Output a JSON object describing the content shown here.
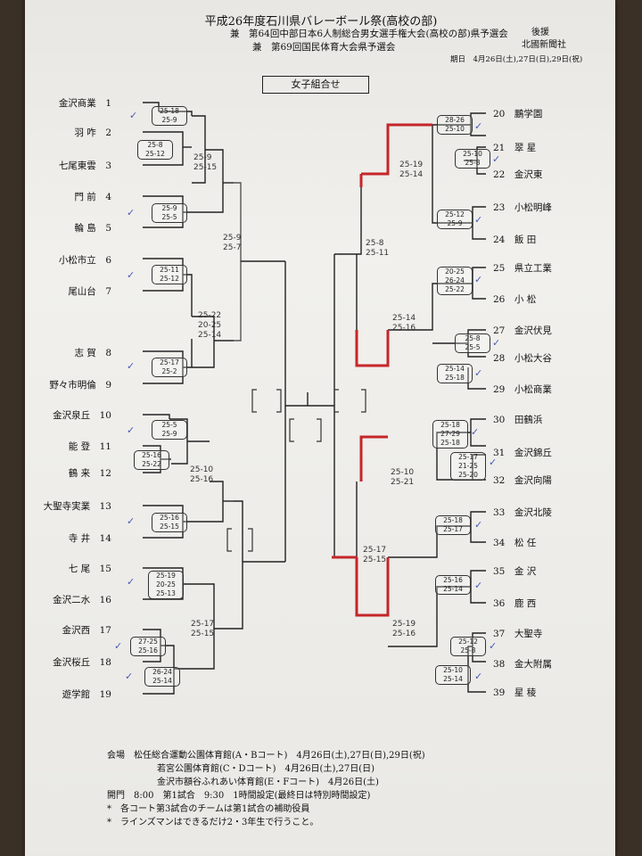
{
  "header": {
    "title": "平成26年度石川県バレーボール祭(高校の部)",
    "subtitle1": "兼　第64回中部日本6人制総合男女選手権大会(高校の部)県予選会",
    "subtitle2": "兼　第69回国民体育大会県予選会",
    "support_label": "後援",
    "support_org": "北國新聞社",
    "dates": "期日　4月26日(土),27日(日),29日(祝)",
    "section": "女子組合せ"
  },
  "left_teams": [
    {
      "name": "金沢商業",
      "num": "1"
    },
    {
      "name": "羽 咋",
      "num": "2"
    },
    {
      "name": "七尾東雲",
      "num": "3"
    },
    {
      "name": "門 前",
      "num": "4"
    },
    {
      "name": "輪 島",
      "num": "5"
    },
    {
      "name": "小松市立",
      "num": "6"
    },
    {
      "name": "尾山台",
      "num": "7"
    },
    {
      "name": "志 賀",
      "num": "8"
    },
    {
      "name": "野々市明倫",
      "num": "9"
    },
    {
      "name": "金沢泉丘",
      "num": "10"
    },
    {
      "name": "能 登",
      "num": "11"
    },
    {
      "name": "鶴 来",
      "num": "12"
    },
    {
      "name": "大聖寺実業",
      "num": "13"
    },
    {
      "name": "寺 井",
      "num": "14"
    },
    {
      "name": "七 尾",
      "num": "15"
    },
    {
      "name": "金沢二水",
      "num": "16"
    },
    {
      "name": "金沢西",
      "num": "17"
    },
    {
      "name": "金沢桜丘",
      "num": "18"
    },
    {
      "name": "遊学館",
      "num": "19"
    }
  ],
  "right_teams": [
    {
      "num": "20",
      "name": "鵬学園"
    },
    {
      "num": "21",
      "name": "翠 星"
    },
    {
      "num": "22",
      "name": "金沢東"
    },
    {
      "num": "23",
      "name": "小松明峰"
    },
    {
      "num": "24",
      "name": "飯 田"
    },
    {
      "num": "25",
      "name": "県立工業"
    },
    {
      "num": "26",
      "name": "小 松"
    },
    {
      "num": "27",
      "name": "金沢伏見"
    },
    {
      "num": "28",
      "name": "小松大谷"
    },
    {
      "num": "29",
      "name": "小松商業"
    },
    {
      "num": "30",
      "name": "田鶴浜"
    },
    {
      "num": "31",
      "name": "金沢錦丘"
    },
    {
      "num": "32",
      "name": "金沢向陽"
    },
    {
      "num": "33",
      "name": "金沢北陵"
    },
    {
      "num": "34",
      "name": "松 任"
    },
    {
      "num": "35",
      "name": "金 沢"
    },
    {
      "num": "36",
      "name": "鹿 西"
    },
    {
      "num": "37",
      "name": "大聖寺"
    },
    {
      "num": "38",
      "name": "金大附属"
    },
    {
      "num": "39",
      "name": "星 稜"
    }
  ],
  "score_boxes": {
    "s1": [
      "25-18",
      "25-9"
    ],
    "s2": [
      "25-8",
      "25-12"
    ],
    "s3": [
      "25-9",
      "25-5"
    ],
    "s4": [
      "25-11",
      "25-12"
    ],
    "s5": [
      "25-17",
      "25-2"
    ],
    "s6": [
      "25-5",
      "25-9"
    ],
    "s7": [
      "25-16",
      "25-22"
    ],
    "s8": [
      "25-16",
      "25-15"
    ],
    "s9": [
      "25-19",
      "20-25",
      "25-13"
    ],
    "s10": [
      "27-25",
      "25-16"
    ],
    "s11": [
      "26-24",
      "25-14"
    ],
    "s12": [
      "28-26",
      "25-10"
    ],
    "s13": [
      "25-10",
      "25-8"
    ],
    "s14": [
      "25-12",
      "25-9"
    ],
    "s15": [
      "20-25",
      "26-24",
      "25-22"
    ],
    "s16": [
      "25-8",
      "25-5"
    ],
    "s17": [
      "25-14",
      "25-18"
    ],
    "s18": [
      "25-18",
      "27-29",
      "25-18"
    ],
    "s19": [
      "25-17",
      "21-25",
      "25-20"
    ],
    "s20": [
      "25-18",
      "25-17"
    ],
    "s21": [
      "25-16",
      "25-14"
    ],
    "s22": [
      "25-12",
      "25-8"
    ],
    "s23": [
      "25-10",
      "25-14"
    ]
  },
  "handwritten": {
    "h1": [
      "25-9",
      "25-15"
    ],
    "h2": [
      "25-9",
      "25-7"
    ],
    "h3": [
      "25-22",
      "20-25",
      "25-14"
    ],
    "h4": [
      "25-10",
      "25-16"
    ],
    "h5": [
      "25-17",
      "25-15"
    ],
    "h6": [
      "25-19",
      "25-14"
    ],
    "h7": [
      "25-8",
      "25-11"
    ],
    "h8": [
      "25-14",
      "25-16"
    ],
    "h9": [
      "25-10",
      "25-21"
    ],
    "h10": [
      "25-17",
      "25-15"
    ],
    "h11": [
      "25-19",
      "25-16"
    ]
  },
  "footer": {
    "line1": "会場　松任総合運動公園体育館(A・Bコート)　4月26日(土),27日(日),29日(祝)",
    "line2": "若宮公園体育館(C・Dコート)　4月26日(土),27日(日)",
    "line3": "金沢市額谷ふれあい体育館(E・Fコート)　4月26日(土)",
    "line4": "開門　8:00　第1試合　9:30　1時間設定(最終日は特別時間設定)",
    "line5": "*　各コート第3試合のチームは第1試合の補助役員",
    "line6": "*　ラインズマンはできるだけ2・3年生で行うこと。"
  },
  "colors": {
    "winner_line": "#c8262a",
    "check_mark": "#4a59b8",
    "paper": "#f1f0ec"
  }
}
